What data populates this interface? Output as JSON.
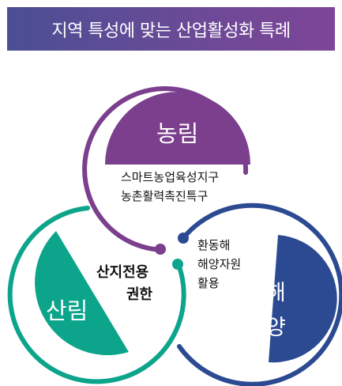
{
  "title": "지역 특성에 맞는 산업활성화 특례",
  "sectors": {
    "agriculture": {
      "name": "농림",
      "color": "#7b3f8d",
      "lines": [
        "스마트농업육성지구",
        "농촌활력촉진특구"
      ]
    },
    "forestry": {
      "name": "산림",
      "color": "#0ca58b",
      "lines": [
        "산지전용",
        "권한"
      ]
    },
    "ocean": {
      "name_line1": "해",
      "name_line2": "양",
      "color": "#2c4a92",
      "lines": [
        "환동해",
        "해양자원",
        "활용"
      ]
    }
  }
}
